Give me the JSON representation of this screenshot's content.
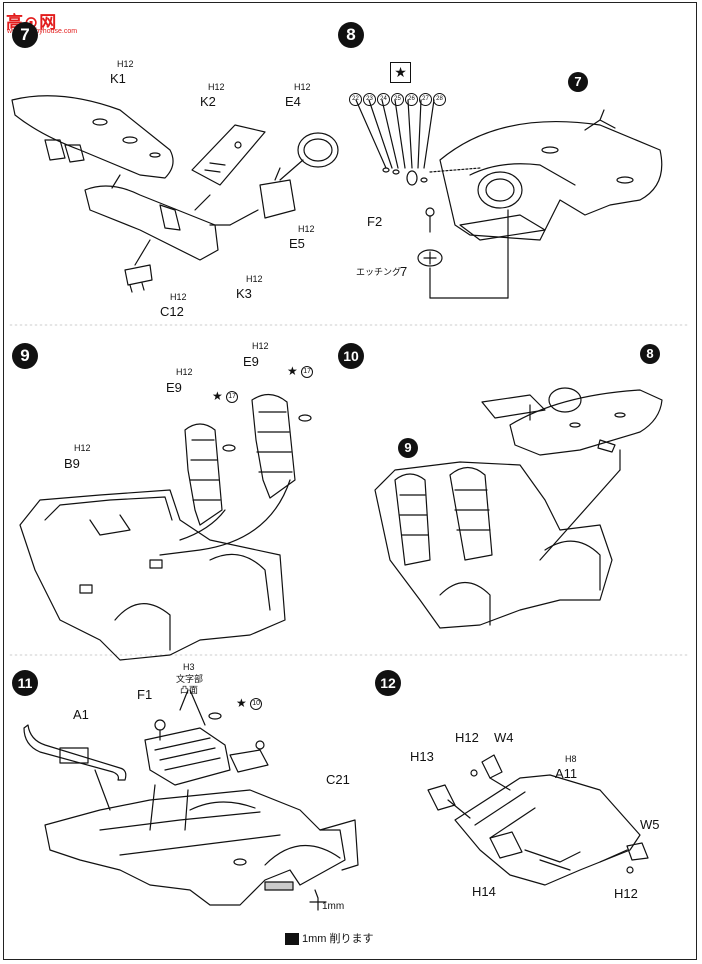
{
  "watermark": {
    "line1": "高⊙网",
    "line2": "www.hobbyhouse.com"
  },
  "steps": {
    "s7": "7",
    "s8": "8",
    "s9": "9",
    "s10": "10",
    "s11": "11",
    "s12": "12",
    "ref7": "7",
    "ref8": "8",
    "ref9": "9"
  },
  "step7": {
    "k1": "K1",
    "k2": "K2",
    "e4": "E4",
    "e5": "E5",
    "k3": "K3",
    "c12": "C12",
    "h_k1": "H12",
    "h_k2": "H12",
    "h_e4": "H12",
    "h_e5": "H12",
    "h_k3": "H12",
    "h_c12": "H12"
  },
  "step8": {
    "star": "★",
    "circles": [
      "22",
      "23",
      "24",
      "25",
      "26",
      "27",
      "28"
    ],
    "f2": "F2",
    "etching": "エッチング",
    "etching_num": "7"
  },
  "step9": {
    "b9": "B9",
    "e9a": "E9",
    "e9b": "E9",
    "h_b9": "H12",
    "h_e9a": "H12",
    "h_e9b": "H12",
    "star1": "★",
    "num1": "17",
    "star2": "★",
    "num2": "17"
  },
  "step11": {
    "a1": "A1",
    "f1": "F1",
    "c21": "C21",
    "h3": "H3",
    "note1": "文字部",
    "note2": "凸面",
    "star": "★",
    "num": "10",
    "mm": "1mm"
  },
  "step12": {
    "h12a": "H12",
    "w4": "W4",
    "h13": "H13",
    "a11": "A11",
    "h8": "H8",
    "w5": "W5",
    "h14": "H14",
    "h12b": "H12"
  },
  "footer": {
    "text": "1mm 削ります"
  }
}
